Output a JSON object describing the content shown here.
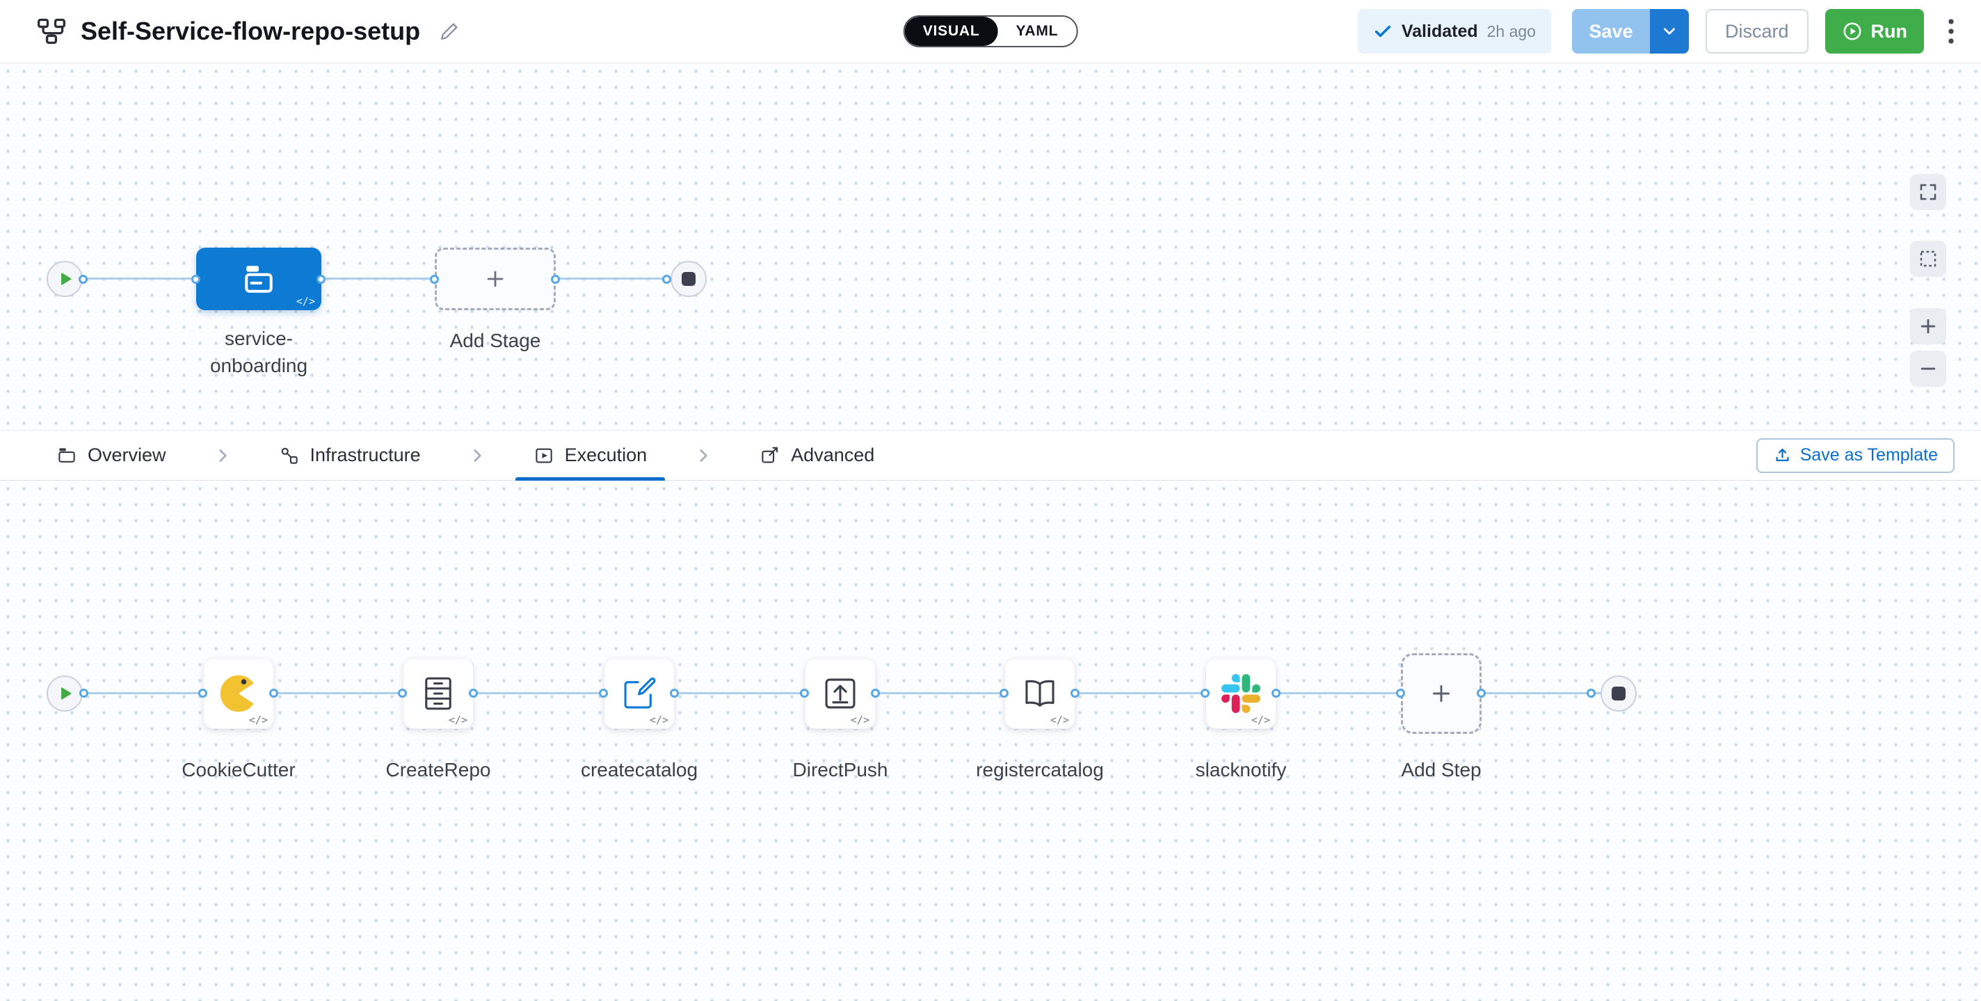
{
  "header": {
    "title": "Self-Service-flow-repo-setup",
    "mode_toggle": {
      "visual_label": "VISUAL",
      "yaml_label": "YAML",
      "selected": "VISUAL"
    },
    "validated_chip": {
      "label": "Validated",
      "time": "2h ago"
    },
    "save_button": "Save",
    "discard_button": "Discard",
    "run_button": "Run"
  },
  "stage_flow": {
    "stage_name": "service-onboarding",
    "add_stage_label": "Add Stage",
    "code_badge": "</>"
  },
  "tab_bar": {
    "tabs": [
      {
        "label": "Overview",
        "selected": false
      },
      {
        "label": "Infrastructure",
        "selected": false
      },
      {
        "label": "Execution",
        "selected": true
      },
      {
        "label": "Advanced",
        "selected": false
      }
    ],
    "save_as_template": "Save as Template"
  },
  "execution_flow": {
    "steps": [
      {
        "name": "CookieCutter"
      },
      {
        "name": "CreateRepo"
      },
      {
        "name": "createcatalog"
      },
      {
        "name": "DirectPush"
      },
      {
        "name": "registercatalog"
      },
      {
        "name": "slacknotify"
      }
    ],
    "add_step_label": "Add Step",
    "code_badge": "</>"
  },
  "colors": {
    "accent_blue": "#0278d5",
    "stage_node_blue": "#0d7ad4",
    "run_green": "#3fae4a",
    "slack": [
      "#36C5F0",
      "#2EB67D",
      "#ECB22E",
      "#E01E5A"
    ],
    "pacman_yellow": "#F2C230"
  }
}
